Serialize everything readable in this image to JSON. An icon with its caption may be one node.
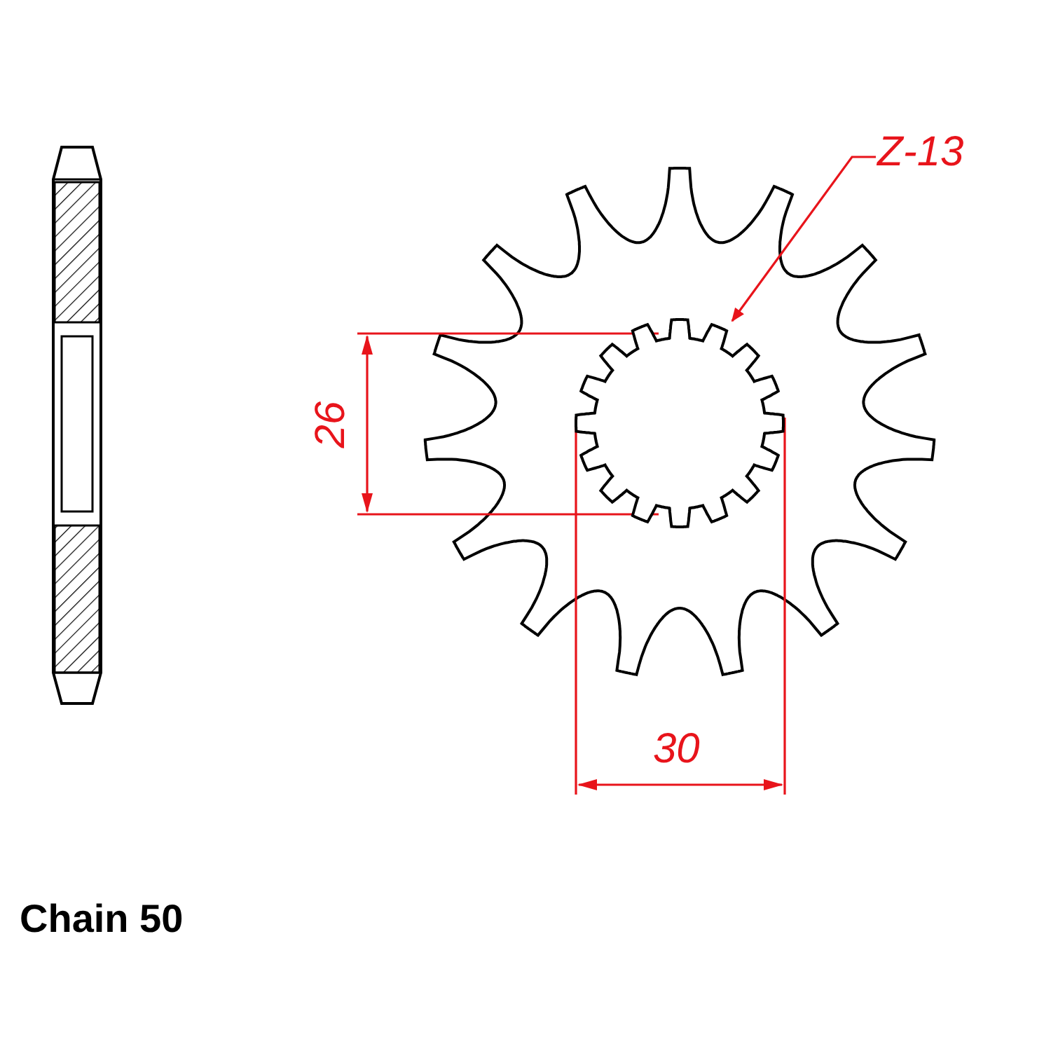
{
  "diagram": {
    "nodes": [
      {
        "text": [
          "Z-13"
        ]
      },
      {
        "text": [],
        "shape": "picture"
      }
    ],
    "edges": [
      {
        "from": 0,
        "to": 1,
        "arrow": "to"
      }
    ],
    "labels": [
      "26",
      "30",
      "Chain 50"
    ]
  }
}
